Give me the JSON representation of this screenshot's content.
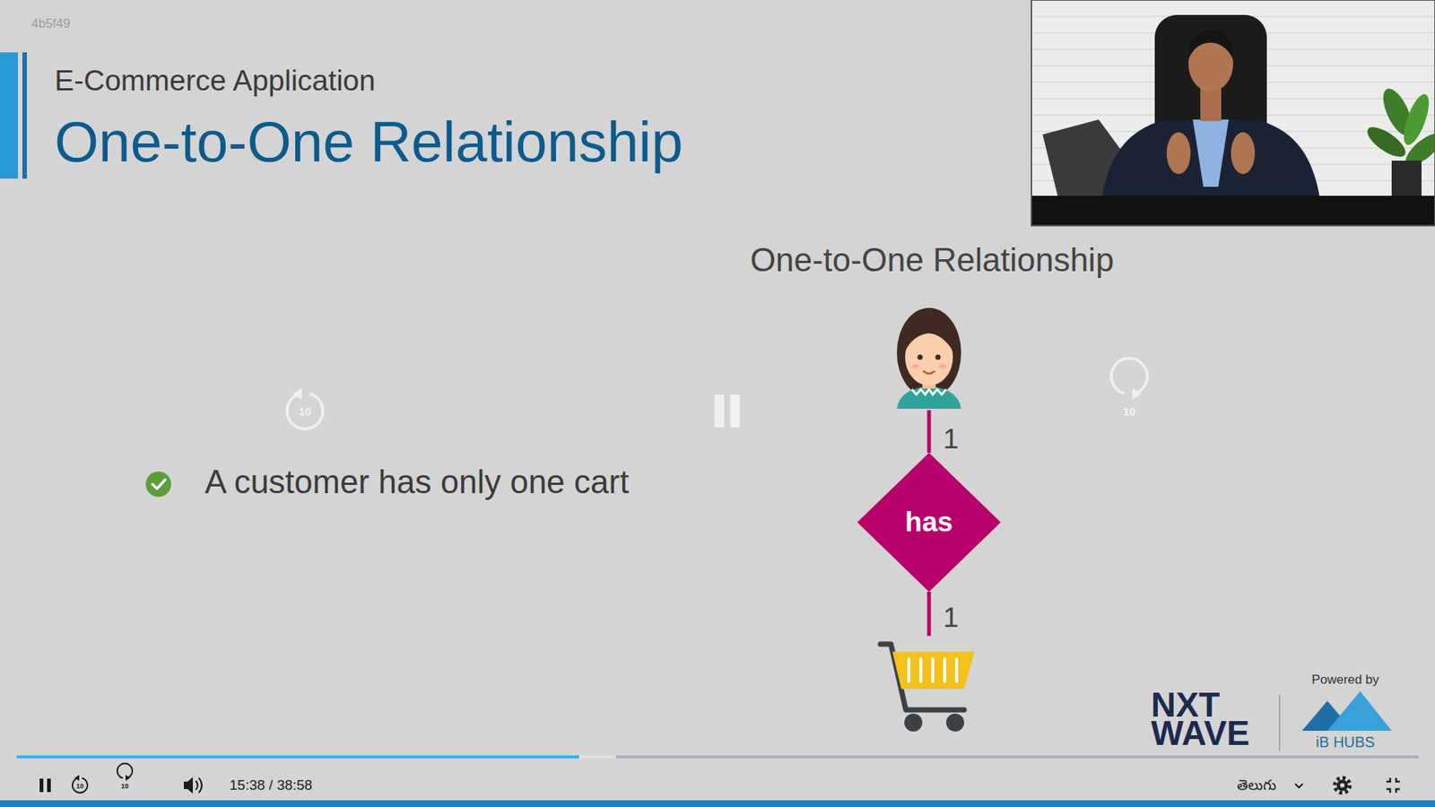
{
  "diagram": {
    "title": "One-to-One Relationship",
    "nodes": [
      {
        "text": [
          "has"
        ]
      }
    ],
    "labels": [
      "4b5f49",
      "E-Commerce Application",
      "One-to-One Relationship",
      "10",
      "A customer has only one cart",
      "1",
      "10",
      "1",
      "Powered by",
      "NXT",
      "WAVE",
      "iB HUBS",
      "10",
      "10",
      "15:38 / 38:58",
      "తెలుగు"
    ]
  }
}
